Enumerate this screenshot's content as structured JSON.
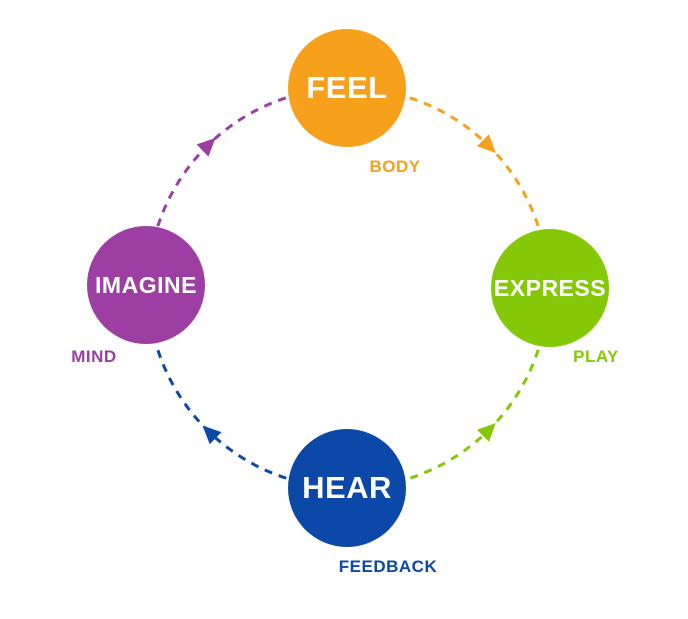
{
  "diagram": {
    "background_color": "#FFFFFF",
    "node_text_color": "#FFFFFF",
    "nodes": [
      {
        "label": "FEEL",
        "sublabel": "BODY",
        "color": "#F7A01B",
        "position": "top"
      },
      {
        "label": "EXPRESS",
        "sublabel": "PLAY",
        "color": "#85C808",
        "position": "right"
      },
      {
        "label": "HEAR",
        "sublabel": "FEEDBACK",
        "color": "#0B48A7",
        "position": "bottom"
      },
      {
        "label": "IMAGINE",
        "sublabel": "MIND",
        "color": "#9C3EA2",
        "position": "left"
      }
    ],
    "connectors": [
      {
        "from": "IMAGINE",
        "to": "FEEL",
        "color": "#9C3EA2",
        "style": "dashed"
      },
      {
        "from": "FEEL",
        "to": "EXPRESS",
        "color": "#F7A01B",
        "style": "dashed"
      },
      {
        "from": "HEAR",
        "to": "EXPRESS",
        "color": "#85C808",
        "style": "dashed"
      },
      {
        "from": "HEAR",
        "to": "IMAGINE",
        "color": "#0B48A7",
        "style": "dashed"
      }
    ]
  }
}
